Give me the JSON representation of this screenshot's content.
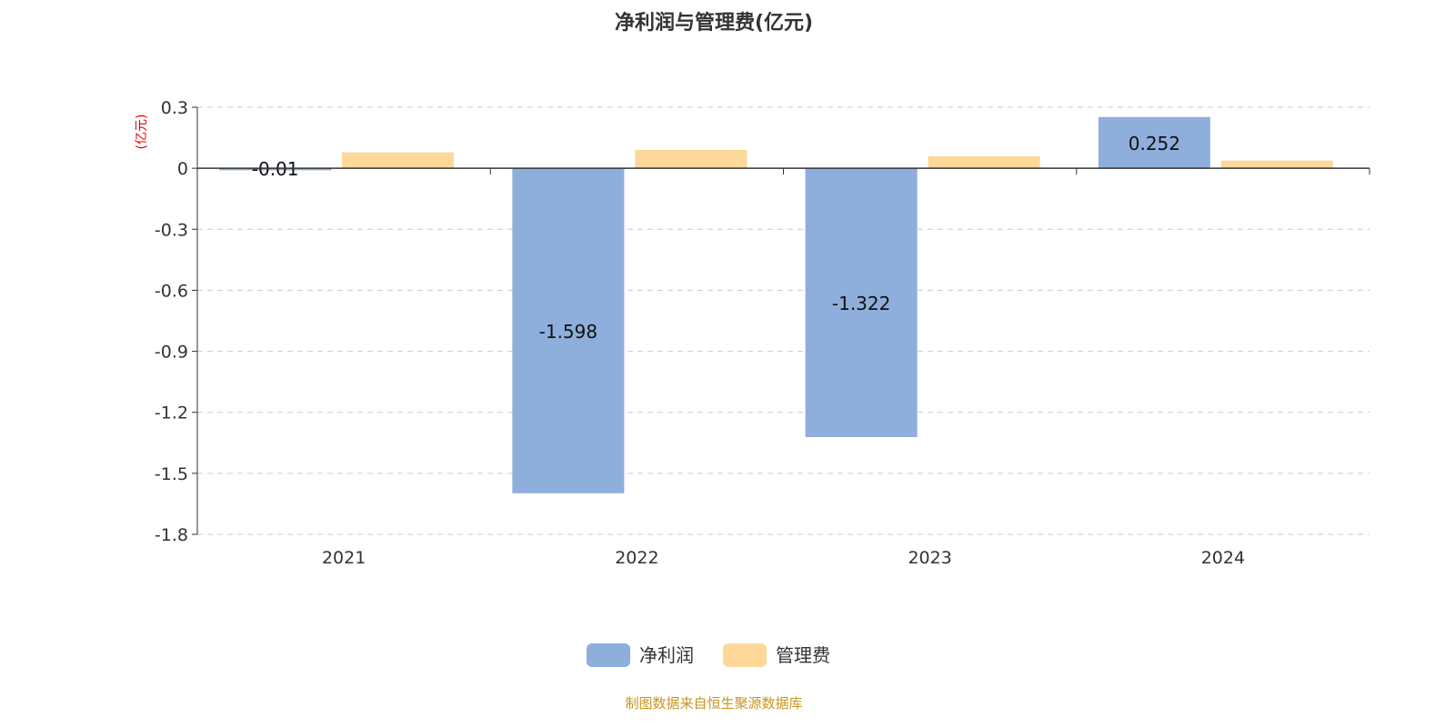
{
  "chart_data": {
    "type": "bar",
    "title": "净利润与管理费(亿元)",
    "ylabel": "(亿元)",
    "categories": [
      "2021",
      "2022",
      "2023",
      "2024"
    ],
    "series": [
      {
        "name": "净利润",
        "color": "#8eaedb",
        "values": [
          -0.01,
          -1.598,
          -1.322,
          0.252
        ],
        "labels": [
          "-0.01",
          "-1.598",
          "-1.322",
          "0.252"
        ]
      },
      {
        "name": "管理费",
        "color": "#fed898",
        "values": [
          0.078,
          0.09,
          0.059,
          0.038
        ]
      }
    ],
    "ylim": [
      -1.8,
      0.3
    ],
    "yticks": [
      "0.3",
      "0",
      "-0.3",
      "-0.6",
      "-0.9",
      "-1.2",
      "-1.5",
      "-1.8"
    ],
    "grid": true,
    "legend": "bottom-center",
    "source": "制图数据来自恒生聚源数据库"
  }
}
